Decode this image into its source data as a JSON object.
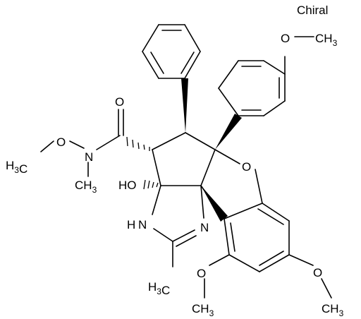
{
  "figure": {
    "chiral_label": "Chiral"
  },
  "atoms": {
    "o_carbonyl": "O",
    "n_amide": "N",
    "o_nmethoxy": "O",
    "h3c_nmethoxy": "H3C",
    "ch3_nmethyl": "CH3",
    "ho": "HO",
    "nh": "H",
    "nh_n": "N",
    "n_imine": "N",
    "h3c_methyl": "H3C",
    "o_furan": "O",
    "o_top": "O",
    "ch3_top": "CH3",
    "o_left": "O",
    "ch3_left": "CH3",
    "o_right": "O",
    "ch3_right": "CH3"
  },
  "colors": {
    "ink": "#000000",
    "background": "#ffffff"
  }
}
